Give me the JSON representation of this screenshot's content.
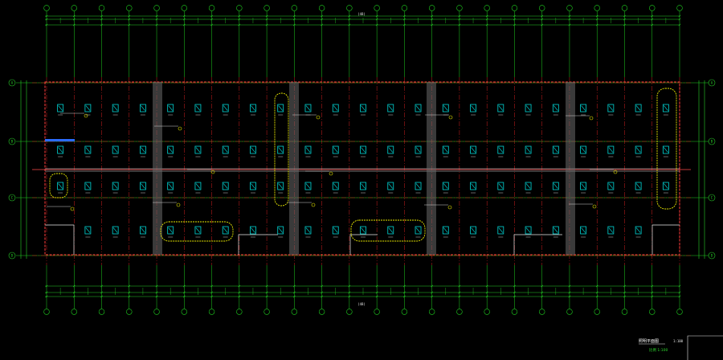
{
  "drawing": {
    "colors": {
      "background": "#000000",
      "grid_axis": "#1fd01f",
      "grid_line": "#d21f1f",
      "wall": "#e8e8e8",
      "equipment": "#00d8d8",
      "cloud": "#e6e600",
      "note_text": "#ffffff"
    },
    "icons": [
      "axis-bubble-icon",
      "equipment-symbol-icon",
      "revision-cloud-icon",
      "leader-marker-icon"
    ],
    "top_dimension_total": "(48)",
    "bottom_dimension_total": "(48)",
    "left_axis_labels": [
      "A",
      "B",
      "C",
      "D"
    ],
    "right_axis_labels": [
      "A",
      "B",
      "C",
      "D"
    ],
    "title_block": {
      "title": "照明平面图",
      "scale": "1:100",
      "subtitle": "比例 1:100"
    }
  }
}
